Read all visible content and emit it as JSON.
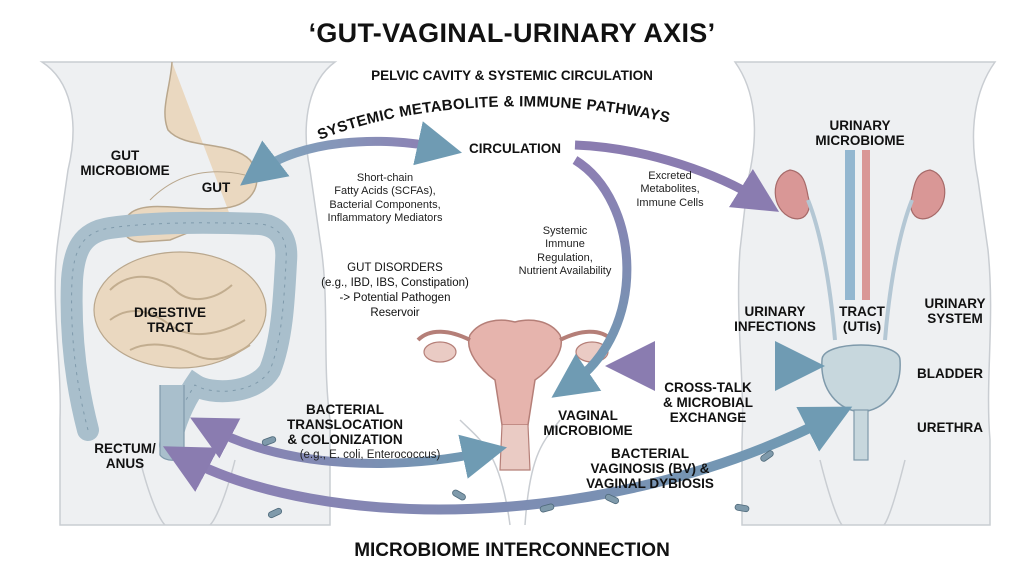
{
  "title": "‘GUT-VAGINAL-URINARY AXIS’",
  "subtitle": "PELVIC CAVITY & SYSTEMIC CIRCULATION",
  "footer": "MICROBIOME INTERCONNECTION",
  "arc_label": "SYSTEMIC METABOLITE & IMMUNE PATHWAYS",
  "labels": {
    "gut_microbiome": "GUT\nMICROBIOME",
    "gut": "GUT",
    "digestive_tract": "DIGESTIVE\nTRACT",
    "rectum_anus": "RECTUM/\nANUS",
    "circulation": "CIRCULATION",
    "scfa": "Short-chain\nFatty Acids (SCFAs),\nBacterial Components,\nInflammatory Mediators",
    "gut_disorders": "GUT DISORDERS\n(e.g., IBD, IBS, Constipation)\n-> Potential Pathogen\nReservoir",
    "systemic_immune": "Systemic\nImmune\nRegulation,\nNutrient Availability",
    "excreted": "Excreted\nMetabolites,\nImmune Cells",
    "urinary_microbiome": "URINARY\nMICROBIOME",
    "urinary_infections": "URINARY\nINFECTIONS",
    "tract_utis": "TRACT\n(UTIs)",
    "urinary_system": "URINARY\nSYSTEM",
    "bladder": "BLADDER",
    "urethra": "URETHRA",
    "cross_talk": "CROSS-TALK\n& MICROBIAL\nEXCHANGE",
    "vaginal_microbiome": "VAGINAL\nMICROBIOME",
    "bacterial_vaginosis": "BACTERIAL\nVAGINOSIS (BV) &\nVAGINAL DYBIOSIS",
    "bacterial_translocation": "BACTERIAL\nTRANSLOCATION\n& COLONIZATION",
    "translocation_examples": "(e.g., E. coli, Enterococcus)"
  },
  "colors": {
    "arrow_blue": "#6f9bb3",
    "arrow_purple": "#8a7cb0",
    "gut_fill": "#ead8c0",
    "colon_fill": "#a9bfcc",
    "uterus_fill": "#e6b4ad",
    "kidney_fill": "#d99796",
    "bladder_fill": "#c7d7dd",
    "body_fill": "#eef0f2",
    "body_outline": "#c9cdd2"
  }
}
